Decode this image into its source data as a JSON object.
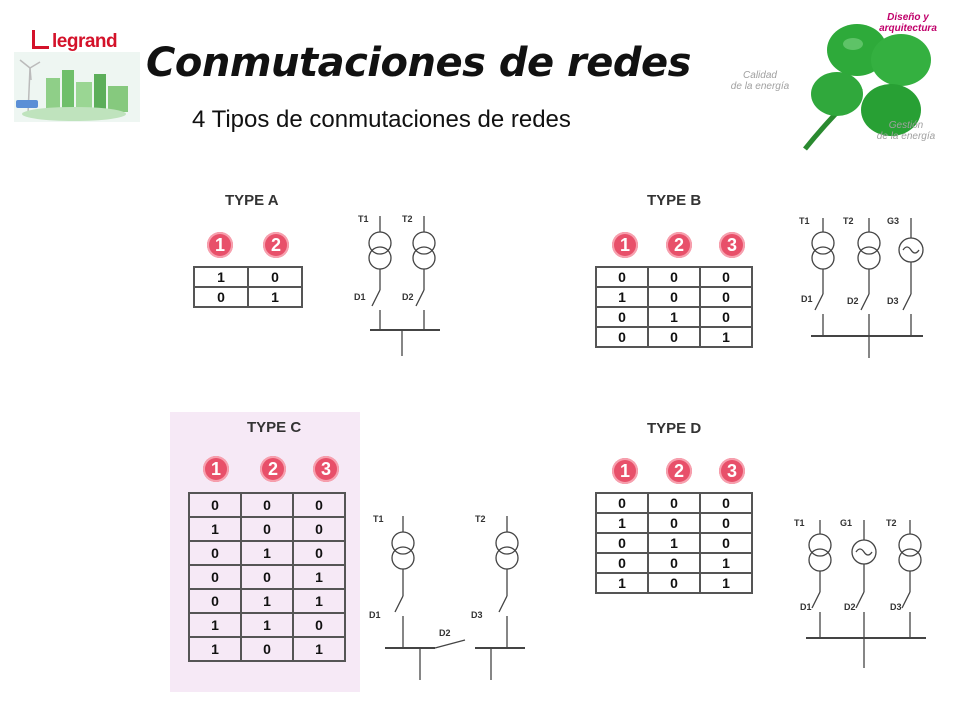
{
  "header": {
    "brand": "legrand",
    "title": "Conmutaciones de redes",
    "subtitle": "4  Tipos de conmutaciones de redes",
    "clover_labels": {
      "top": [
        "Diseño y",
        "arquitectura"
      ],
      "left": [
        "Calidad",
        "de la energía"
      ],
      "right": [
        "Gestión",
        "de la energía"
      ]
    }
  },
  "colors": {
    "brand_red": "#d4122a",
    "circle_fill": "#e8506a",
    "clover_green": "#2eaa3a",
    "accent_magenta": "#c0006a",
    "panel_c_background": "#f6e9f6"
  },
  "panels": [
    {
      "id": "a",
      "title": "TYPE A",
      "inputs": [
        "1",
        "2"
      ],
      "rows": [
        [
          "1",
          "0"
        ],
        [
          "0",
          "1"
        ]
      ],
      "diagram_labels": {
        "sources": [
          "T1",
          "T2"
        ],
        "breakers": [
          "D1",
          "D2"
        ]
      }
    },
    {
      "id": "b",
      "title": "TYPE B",
      "inputs": [
        "1",
        "2",
        "3"
      ],
      "rows": [
        [
          "0",
          "0",
          "0"
        ],
        [
          "1",
          "0",
          "0"
        ],
        [
          "0",
          "1",
          "0"
        ],
        [
          "0",
          "0",
          "1"
        ]
      ],
      "diagram_labels": {
        "sources": [
          "T1",
          "T2",
          "G3"
        ],
        "breakers": [
          "D1",
          "D2",
          "D3"
        ]
      }
    },
    {
      "id": "c",
      "title": "TYPE C",
      "inputs": [
        "1",
        "2",
        "3"
      ],
      "rows": [
        [
          "0",
          "0",
          "0"
        ],
        [
          "1",
          "0",
          "0"
        ],
        [
          "0",
          "1",
          "0"
        ],
        [
          "0",
          "0",
          "1"
        ],
        [
          "0",
          "1",
          "1"
        ],
        [
          "1",
          "1",
          "0"
        ],
        [
          "1",
          "0",
          "1"
        ]
      ],
      "diagram_labels": {
        "sources": [
          "T1",
          "T2"
        ],
        "breakers": [
          "D1",
          "D3",
          "D2"
        ]
      }
    },
    {
      "id": "d",
      "title": "TYPE D",
      "inputs": [
        "1",
        "2",
        "3"
      ],
      "rows": [
        [
          "0",
          "0",
          "0"
        ],
        [
          "1",
          "0",
          "0"
        ],
        [
          "0",
          "1",
          "0"
        ],
        [
          "0",
          "0",
          "1"
        ],
        [
          "1",
          "0",
          "1"
        ]
      ],
      "diagram_labels": {
        "sources": [
          "T1",
          "G1",
          "T2"
        ],
        "breakers": [
          "D1",
          "D2",
          "D3"
        ]
      }
    }
  ]
}
